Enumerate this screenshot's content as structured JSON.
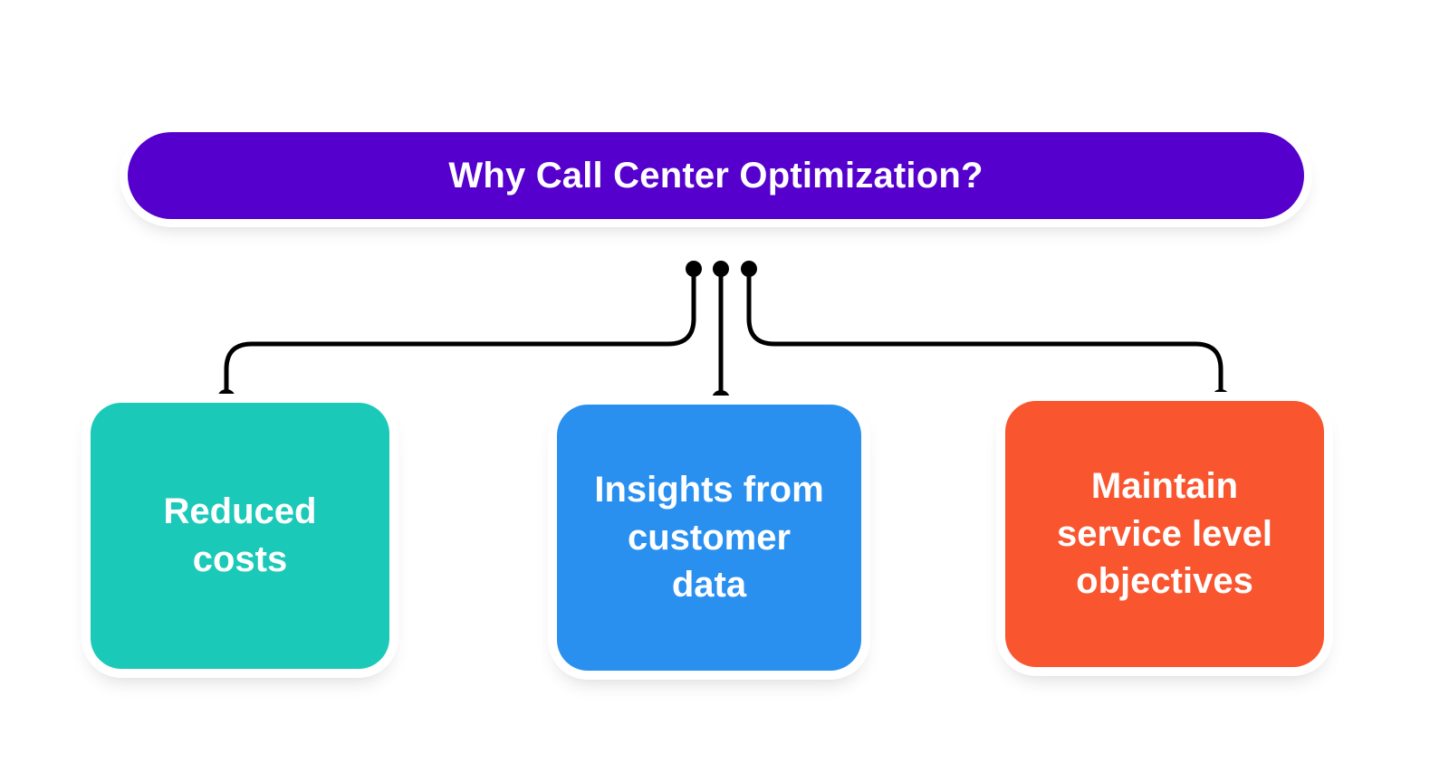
{
  "diagram": {
    "type": "org-tree",
    "background_color": "#FFFFFF",
    "header": {
      "title": "Why Call Center Optimization?",
      "fill_color": "#5500CC",
      "text_color": "#FFFFFF"
    },
    "connector": {
      "stroke_color": "#000000",
      "node_dot_color": "#000000"
    },
    "nodes": [
      {
        "label": "Reduced\ncosts",
        "fill_color": "#1BC9B8",
        "text_color": "#FFFFFF"
      },
      {
        "label": "Insights from\ncustomer\ndata",
        "fill_color": "#2A90F0",
        "text_color": "#FFFFFF"
      },
      {
        "label": "Maintain\nservice level\nobjectives",
        "fill_color": "#F9552E",
        "text_color": "#FFFFFF"
      }
    ]
  }
}
